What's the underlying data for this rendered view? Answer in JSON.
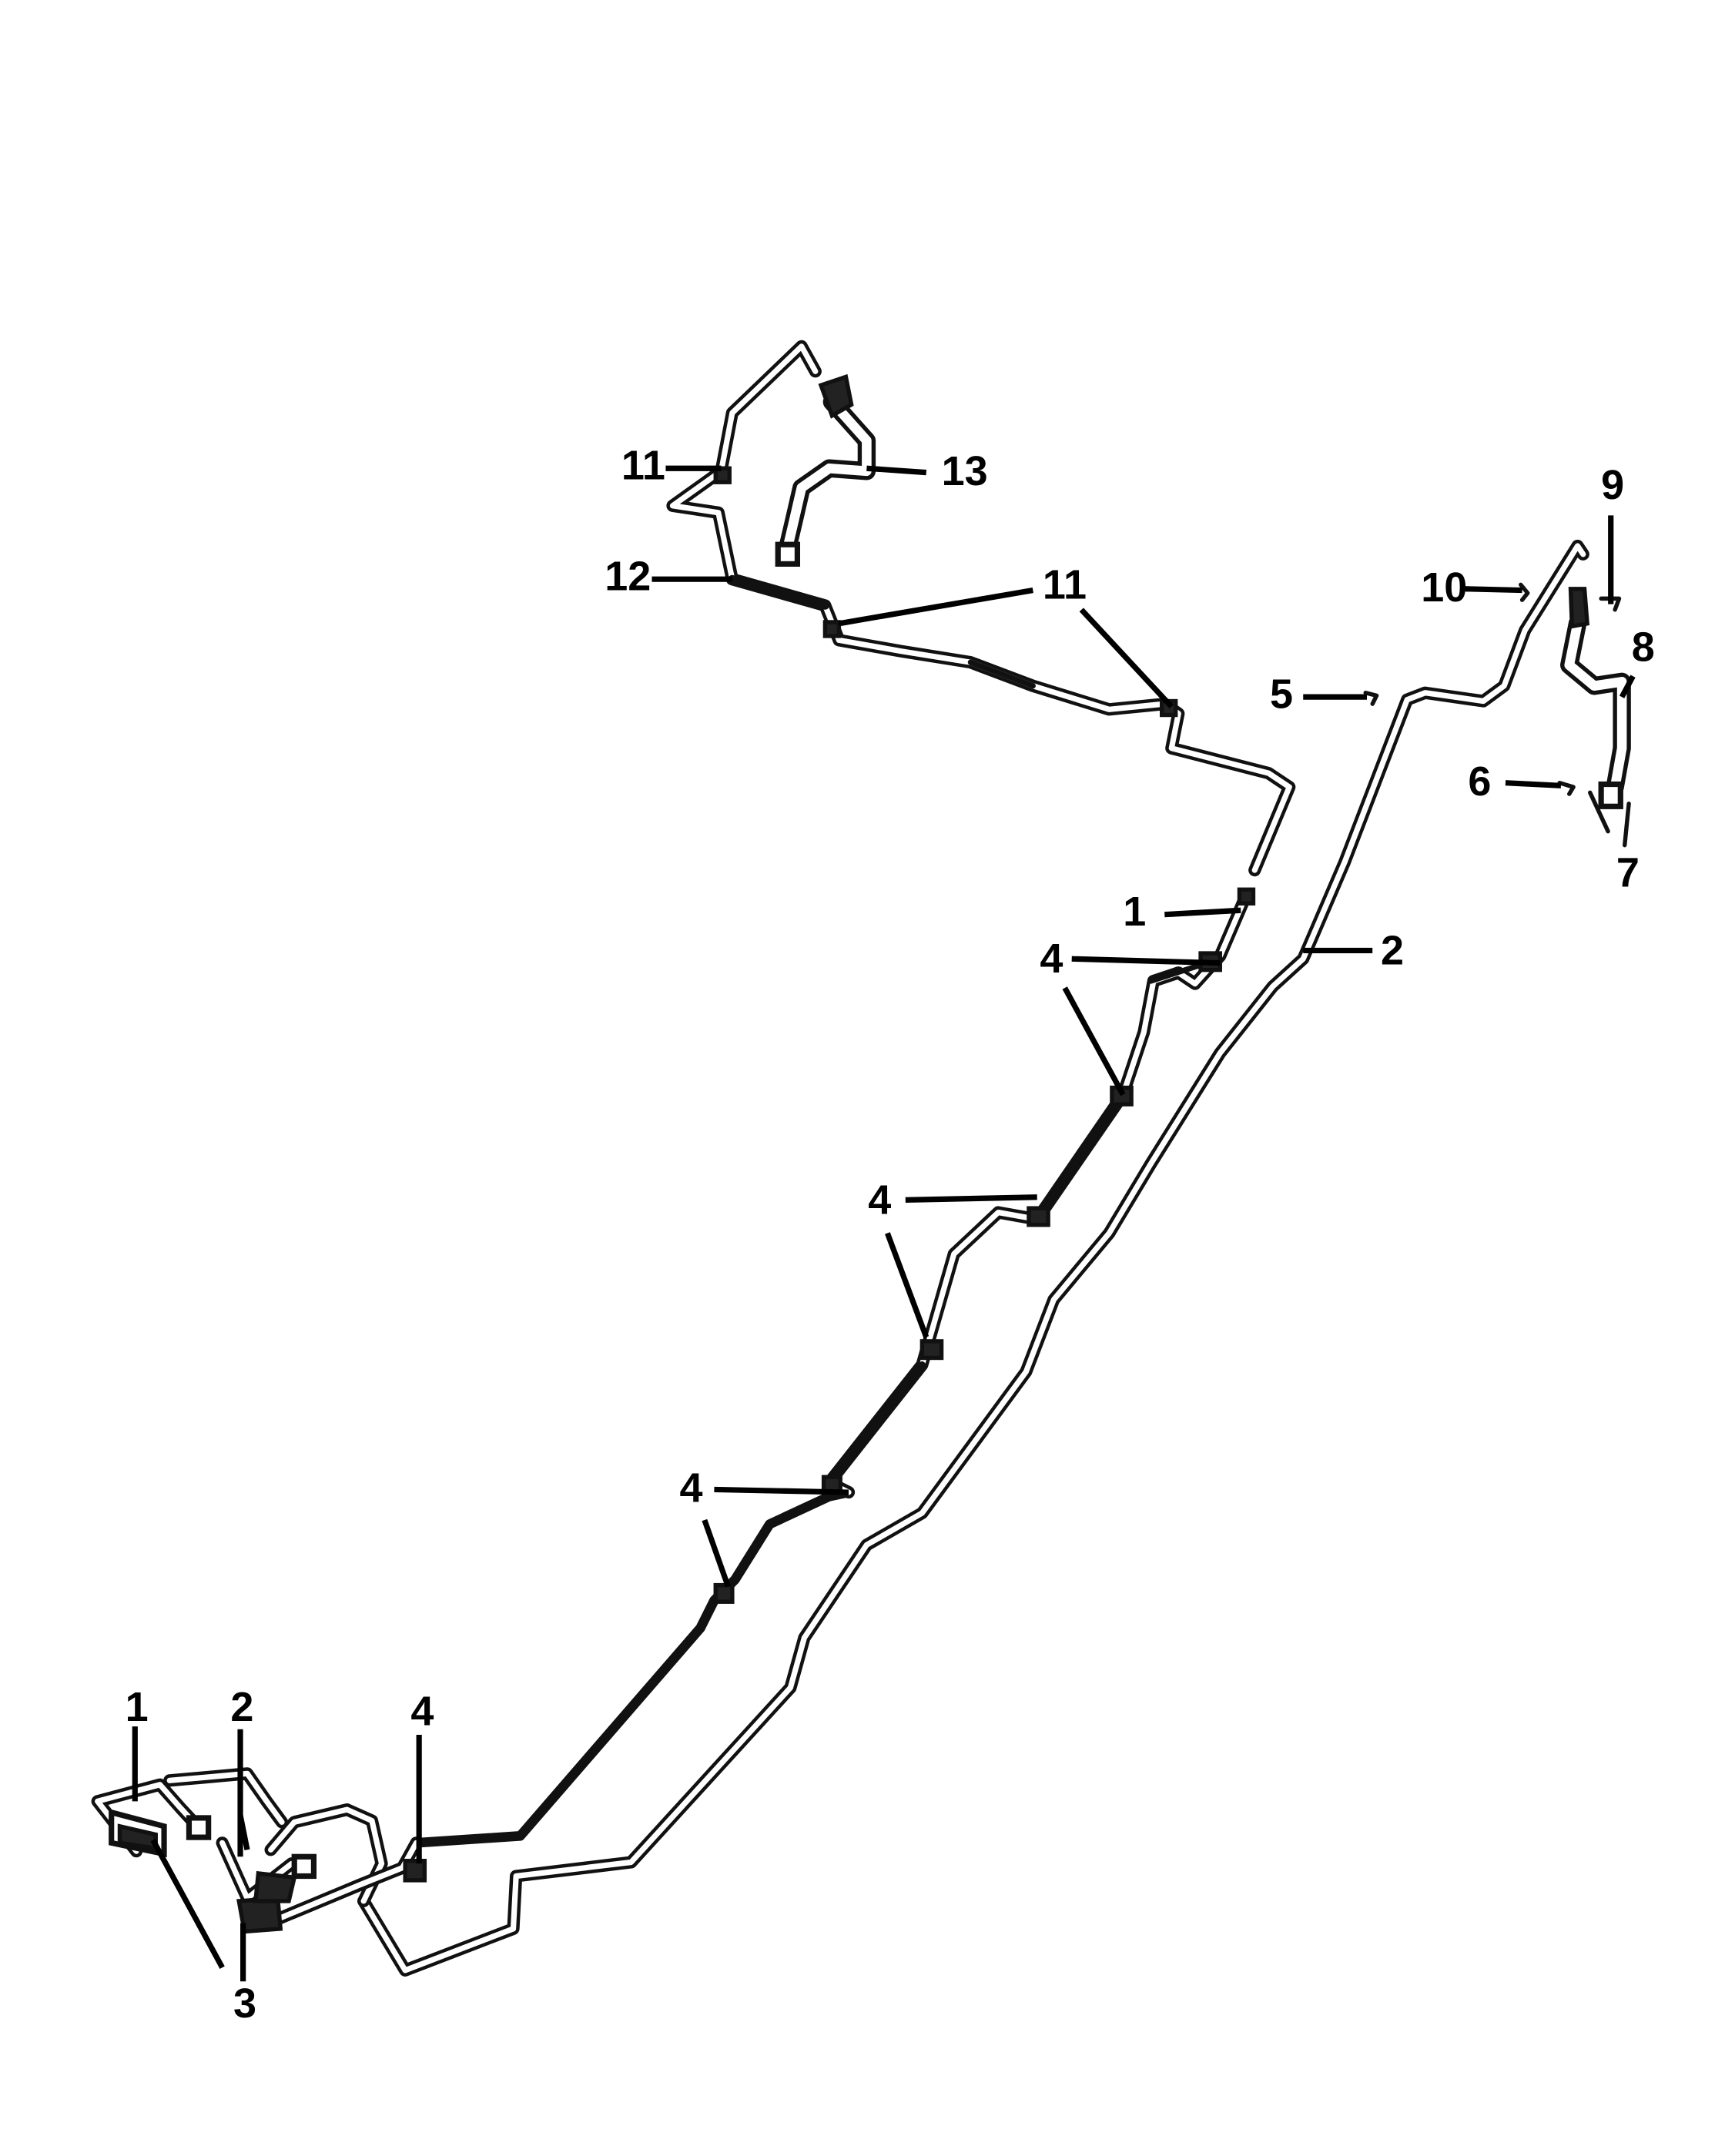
{
  "diagram": {
    "callouts": [
      {
        "id": "c1-top",
        "text": "1"
      },
      {
        "id": "c1-bottom",
        "text": "1"
      },
      {
        "id": "c2-right",
        "text": "2"
      },
      {
        "id": "c2-bottom",
        "text": "2"
      },
      {
        "id": "c3",
        "text": "3"
      },
      {
        "id": "c4-a",
        "text": "4"
      },
      {
        "id": "c4-b",
        "text": "4"
      },
      {
        "id": "c4-c",
        "text": "4"
      },
      {
        "id": "c4-d",
        "text": "4"
      },
      {
        "id": "c5",
        "text": "5"
      },
      {
        "id": "c6",
        "text": "6"
      },
      {
        "id": "c7",
        "text": "7"
      },
      {
        "id": "c8",
        "text": "8"
      },
      {
        "id": "c9",
        "text": "9"
      },
      {
        "id": "c10",
        "text": "10"
      },
      {
        "id": "c11-left",
        "text": "11"
      },
      {
        "id": "c11-right",
        "text": "11"
      },
      {
        "id": "c12",
        "text": "12"
      },
      {
        "id": "c13",
        "text": "13"
      }
    ]
  }
}
